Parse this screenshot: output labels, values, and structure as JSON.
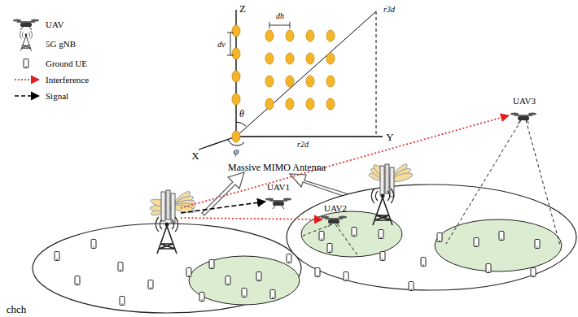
{
  "diagram": {
    "labels": [
      "Z",
      "Y",
      "X",
      "dh",
      "dv",
      "θ",
      "φ",
      "r3d",
      "r2d",
      "Massive MIMO Antenna",
      "UAV1",
      "UAV2",
      "UAV3",
      "chch"
    ],
    "legend": [
      {
        "text": "UAV"
      },
      {
        "text": "5G gNB"
      },
      {
        "text": "Ground UE"
      },
      {
        "text": "Interference"
      },
      {
        "text": "Signal"
      }
    ]
  }
}
